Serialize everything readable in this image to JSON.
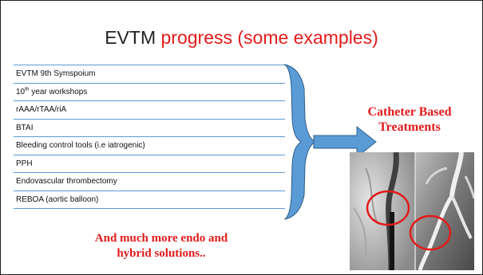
{
  "slide": {
    "title_main": "EVTM",
    "title_accent": "progress (some examples)",
    "items": [
      {
        "text": "EVTM 9th Symspoium"
      },
      {
        "text": "10",
        "sup": "th",
        "rest": " year workshops"
      },
      {
        "text": "rAAA/rTAA/riA"
      },
      {
        "text": "BTAI"
      },
      {
        "text": "Bleeding control tools (i.e iatrogenic)"
      },
      {
        "text": "PPH"
      },
      {
        "text": "Endovascular thrombectomy"
      },
      {
        "text": "REBOA (aortic balloon)"
      }
    ],
    "catheter_line1": "Catheter Based",
    "catheter_line2": "Treatments",
    "footer_line1": "And much more endo and",
    "footer_line2": "hybrid solutions..",
    "colors": {
      "accent_red": "#e31b1b",
      "bracket_blue": "#5b9bd5",
      "bracket_outline": "#2e5f8a"
    },
    "image": {
      "semantic": "angiography-xray-images-with-red-circles"
    }
  }
}
